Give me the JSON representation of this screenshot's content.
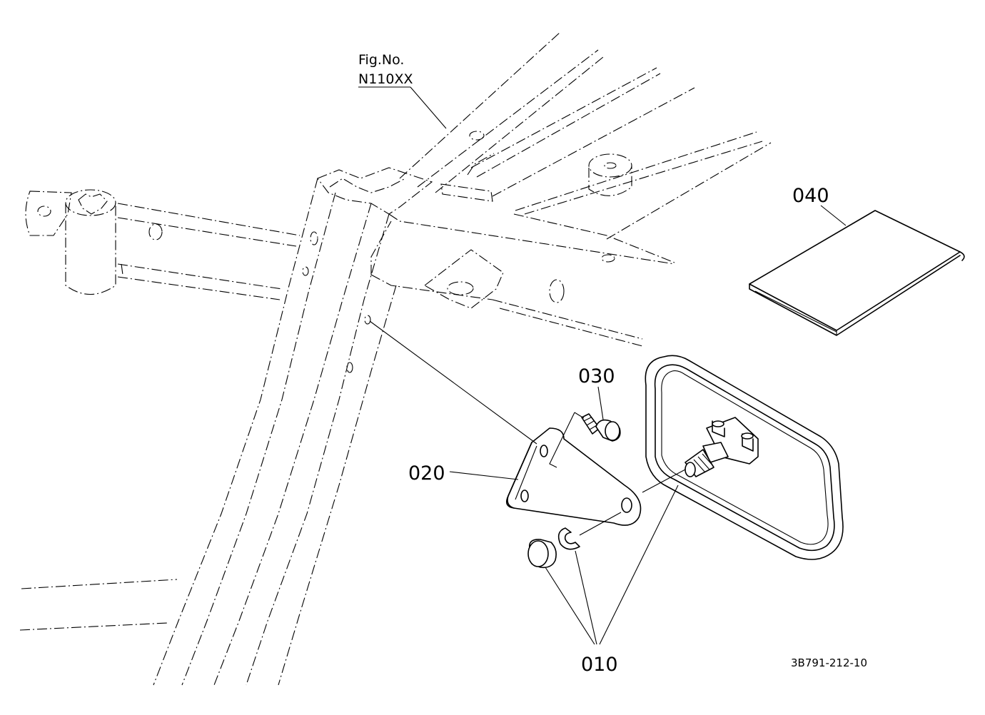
{
  "figure": {
    "fig_no_caption": "Fig.No.",
    "fig_no_value": "N110XX",
    "drawing_code": "3B791-212-10"
  },
  "parts": [
    {
      "id": "010",
      "label": "010"
    },
    {
      "id": "020",
      "label": "020"
    },
    {
      "id": "030",
      "label": "030"
    },
    {
      "id": "040",
      "label": "040"
    }
  ]
}
